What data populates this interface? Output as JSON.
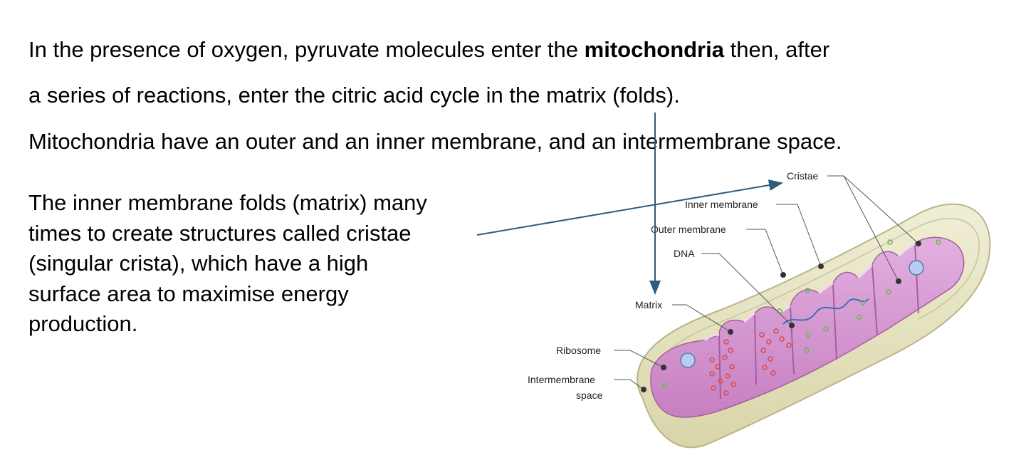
{
  "heading": {
    "line1_before": "In the presence of oxygen, pyruvate molecules enter the ",
    "line1_bold": "mitochondria",
    "line1_after": " then, after",
    "line2": "a series of reactions, enter the citric acid cycle in the matrix (folds).",
    "line3": "Mitochondria have an outer and an inner membrane, and an intermembrane space."
  },
  "paragraph": {
    "lines": [
      "The inner membrane folds (matrix) many",
      "times to create structures called cristae",
      "(singular crista), which have a high",
      "surface area to maximise energy",
      "production."
    ]
  },
  "diagram": {
    "labels": {
      "cristae": "Cristae",
      "inner_membrane": "Inner membrane",
      "outer_membrane": "Outer membrane",
      "dna": "DNA",
      "matrix": "Matrix",
      "ribosome": "Ribosome",
      "intermembrane_1": "Intermembrane",
      "intermembrane_2": "space"
    },
    "colors": {
      "outer_membrane": "#e9e6c6",
      "inner_surface": "#d79bd3",
      "inner_dark": "#b86db2",
      "arrow": "#2e5d7d",
      "ribosome": "#d94b4b",
      "granule": "#69b84a",
      "dna": "#3a6fc4",
      "vesicle": "#b8cdf0"
    }
  }
}
